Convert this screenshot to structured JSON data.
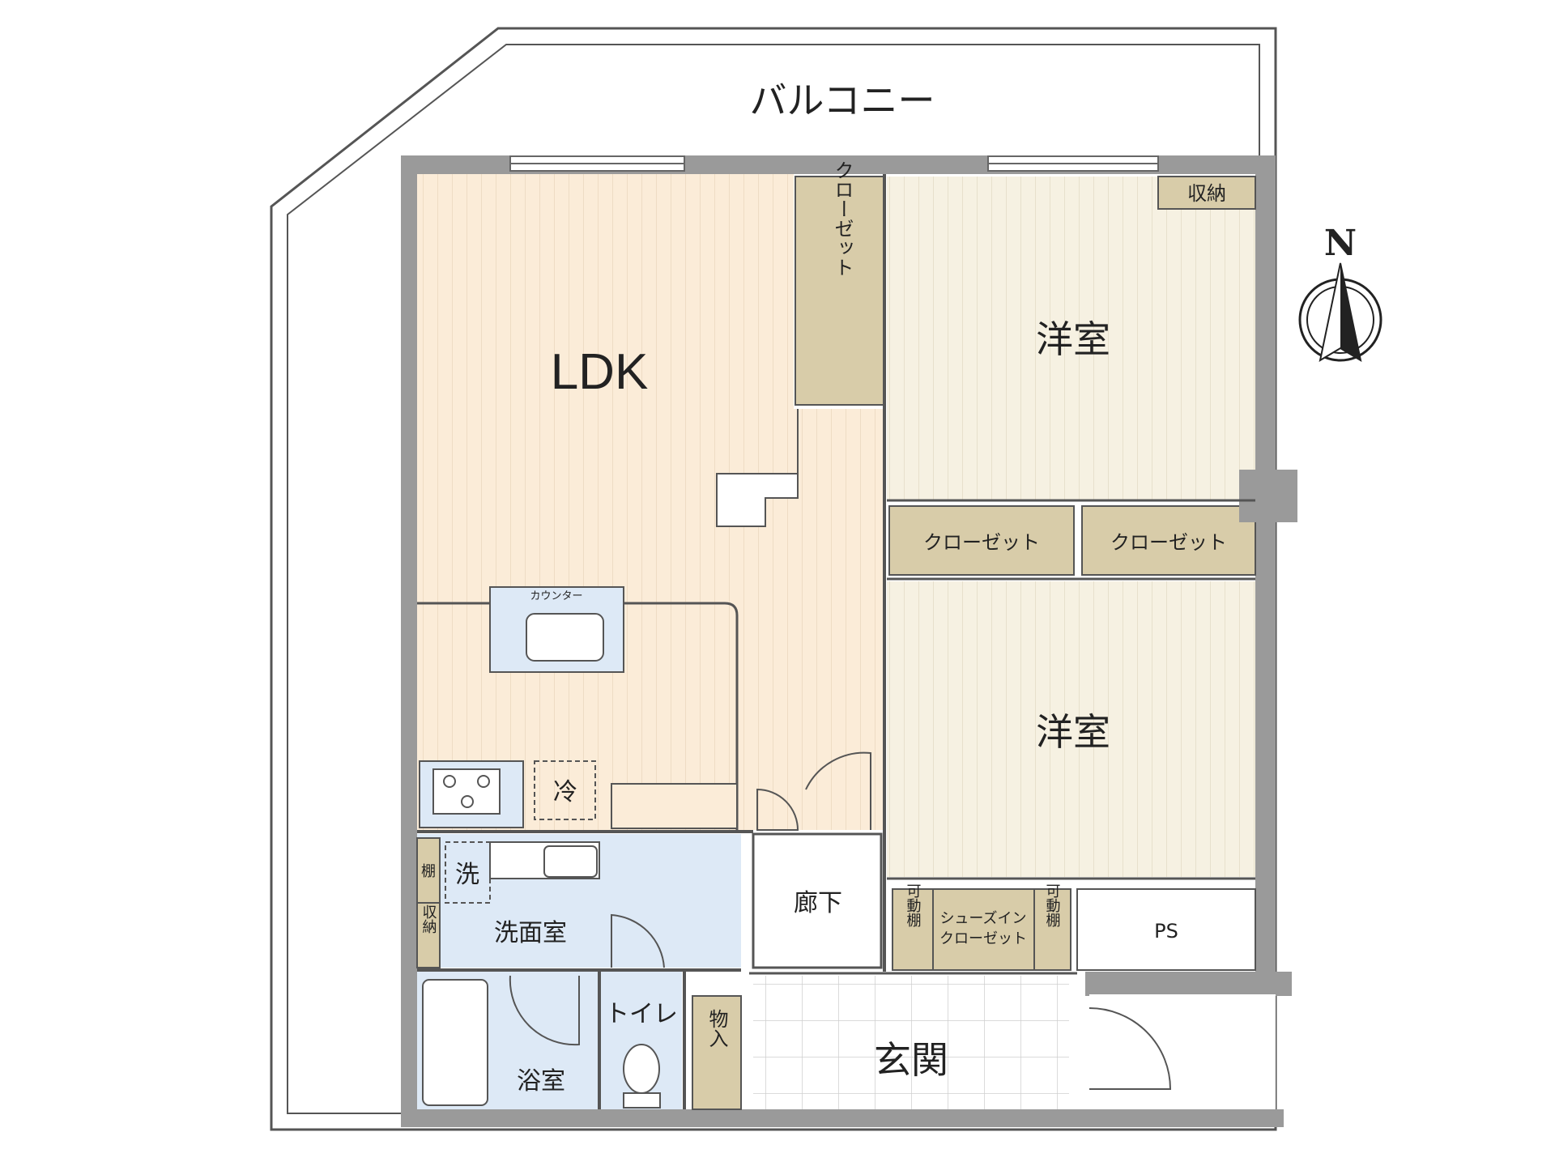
{
  "rooms": {
    "balcony": "バルコニー",
    "ldk": "LDK",
    "western_room_1": "洋室",
    "western_room_2": "洋室",
    "closet_ldk": "クローゼット",
    "closet_mid_left": "クローゼット",
    "closet_mid_right": "クローゼット",
    "storage_top_right": "収納",
    "counter": "カウンター",
    "fridge": "冷",
    "washer": "洗",
    "washroom": "洗面室",
    "shelf_small": "棚",
    "storage_small": "収納",
    "bathroom": "浴室",
    "toilet": "トイレ",
    "storage_entry": "物入",
    "hallway": "廊下",
    "entrance": "玄関",
    "movable_shelf_left": "可動棚",
    "movable_shelf_right": "可動棚",
    "shoe_in_closet_line1": "シューズイン",
    "shoe_in_closet_line2": "クローゼット",
    "ps": "PS"
  },
  "compass": {
    "north_label": "N"
  },
  "colors": {
    "wall": "#9a9a9a",
    "ldk_floor": "#fbecd8",
    "western_floor": "#f6f1e2",
    "closet": "#d8cca9",
    "wet_area": "#dde9f6",
    "entrance_tile": "#ffffff"
  }
}
